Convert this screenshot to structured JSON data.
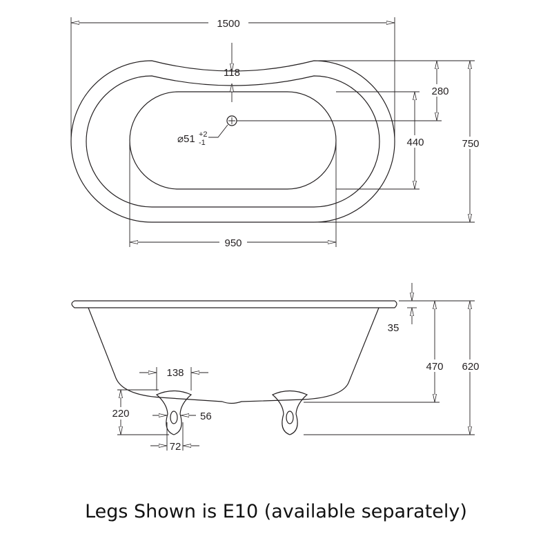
{
  "plan_view": {
    "overall_length": "1500",
    "rim_width_center": "118",
    "drain_offset": "280",
    "basin_width": "440",
    "overall_width": "750",
    "basin_length": "950",
    "drain_diameter": "⌀51",
    "drain_tol_plus": "+2",
    "drain_tol_minus": "-1"
  },
  "side_view": {
    "rim_thickness": "35",
    "base_height": "470",
    "overall_height": "620",
    "leg_top_width": "138",
    "leg_height": "220",
    "leg_waist": "56",
    "leg_foot": "72"
  },
  "caption": "Legs Shown is E10 (available separately)"
}
